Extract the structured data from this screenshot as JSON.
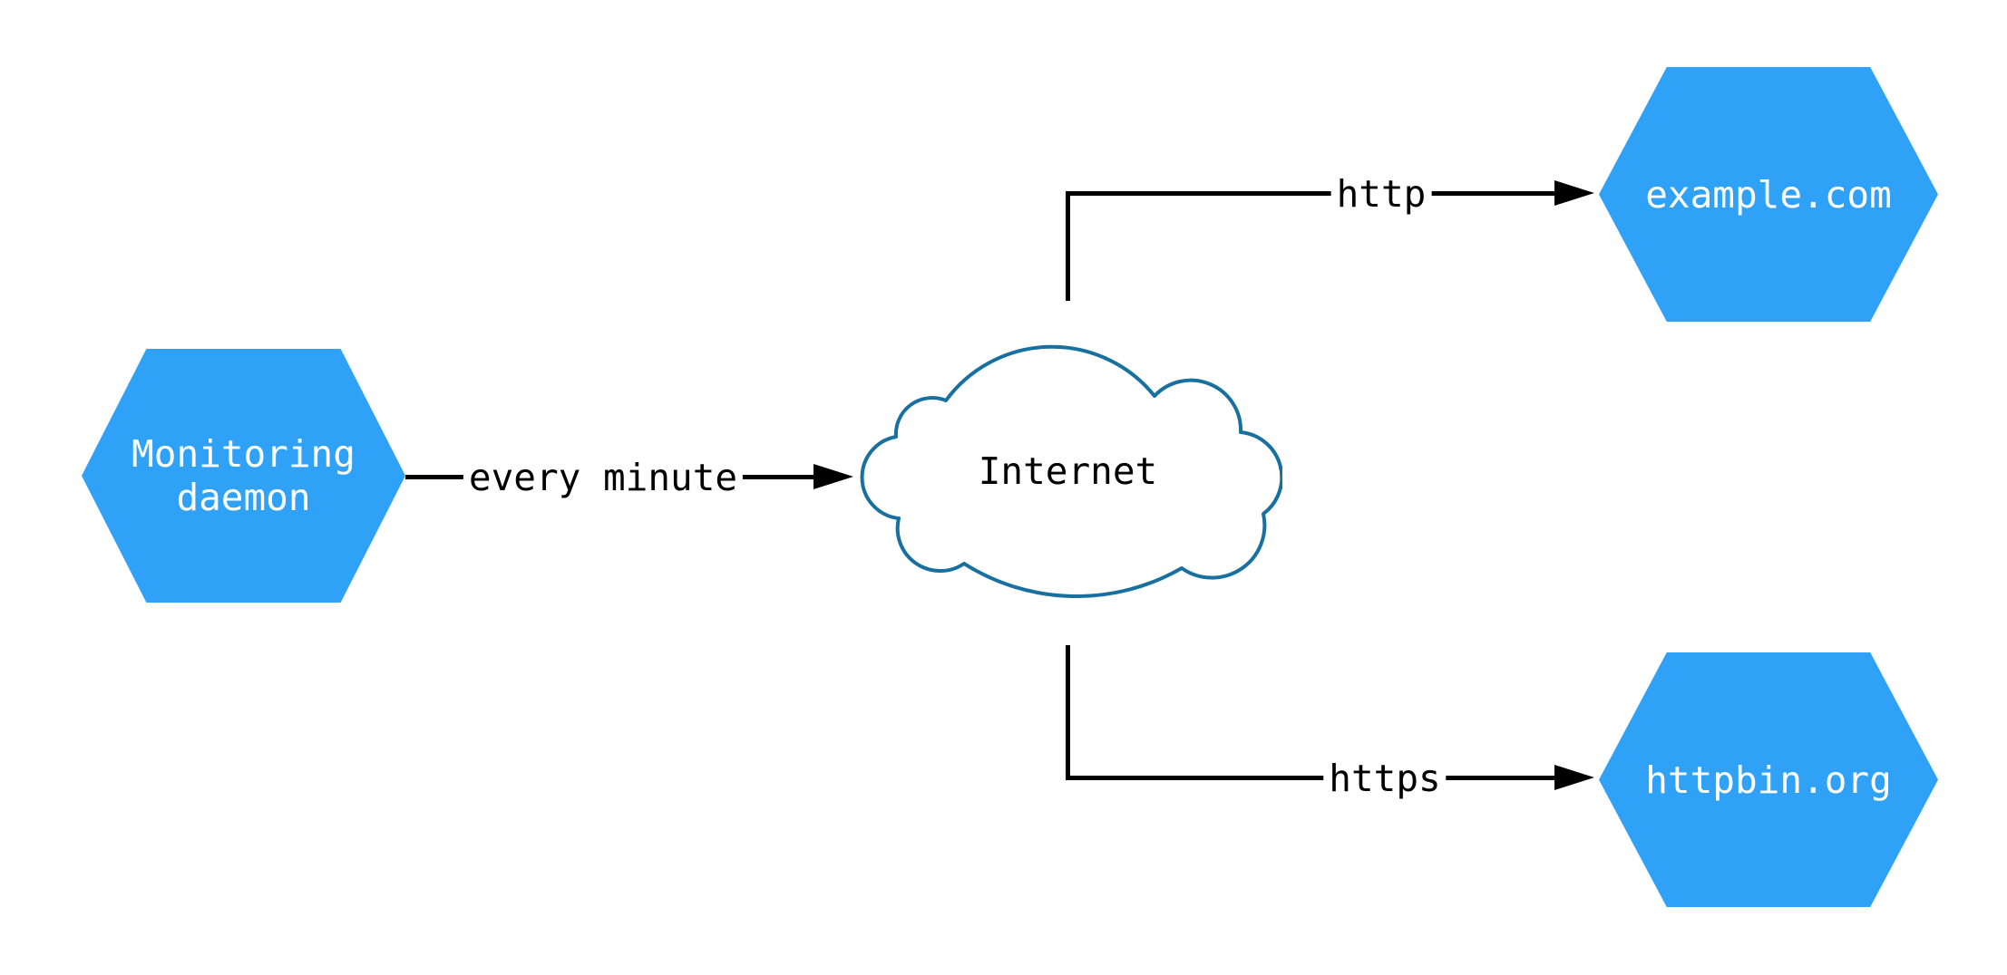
{
  "diagram": {
    "type": "network-monitoring-flow",
    "background": "#FFFFFF",
    "colors": {
      "node_fill": "#2FA2F8",
      "node_text": "#FFFFFF",
      "cloud_stroke": "#17709F",
      "cloud_fill": "#FFFFFF",
      "edge": "#000000",
      "edge_label_text": "#000000"
    },
    "nodes": [
      {
        "id": "monitoring-daemon",
        "shape": "hexagon",
        "label": "Monitoring daemon",
        "lines": [
          "Monitoring",
          "daemon"
        ]
      },
      {
        "id": "internet",
        "shape": "cloud",
        "label": "Internet"
      },
      {
        "id": "example-com",
        "shape": "hexagon",
        "label": "example.com"
      },
      {
        "id": "httpbin-org",
        "shape": "hexagon",
        "label": "httpbin.org"
      }
    ],
    "edges": [
      {
        "from": "monitoring-daemon",
        "to": "internet",
        "label": "every minute"
      },
      {
        "from": "internet",
        "to": "example-com",
        "label": "http"
      },
      {
        "from": "internet",
        "to": "httpbin-org",
        "label": "https"
      }
    ]
  }
}
